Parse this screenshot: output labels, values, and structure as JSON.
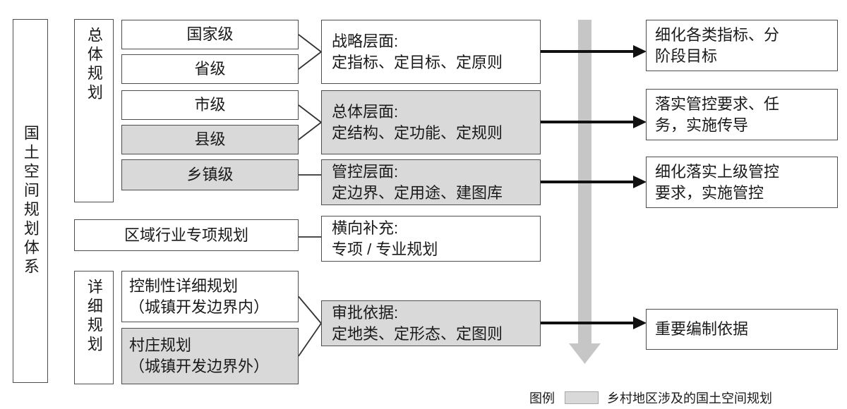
{
  "diagram_title": "国土空间规划体系",
  "colors": {
    "box_border": "#4d4d4d",
    "gray_fill": "#d9d9d9",
    "white_fill": "#ffffff",
    "text": "#1a1a1a",
    "black_arrow": "#111111",
    "big_arrow": "#c6c6c6"
  },
  "root": {
    "label": "国土空间规划体系"
  },
  "groups": {
    "overall": {
      "label": "总体规划"
    },
    "detailed": {
      "label": "详细规划"
    }
  },
  "levels": [
    {
      "label": "国家级",
      "rural": false
    },
    {
      "label": "省级",
      "rural": false
    },
    {
      "label": "市级",
      "rural": false
    },
    {
      "label": "县级",
      "rural": true
    },
    {
      "label": "乡镇级",
      "rural": true
    }
  ],
  "regional": {
    "label": "区域行业专项规划"
  },
  "detailed_plans": [
    {
      "label": "控制性详细规划\n（城镇开发边界内）",
      "rural": false
    },
    {
      "label": "村庄规划\n（城镇开发边界外）",
      "rural": true
    }
  ],
  "layers": [
    {
      "title": "战略层面:",
      "desc": "定指标、定目标、定原则",
      "rural": false
    },
    {
      "title": "总体层面:",
      "desc": "定结构、定功能、定规则",
      "rural": true
    },
    {
      "title": "管控层面:",
      "desc": "定边界、定用途、建图库",
      "rural": true
    },
    {
      "title": "横向补充:",
      "desc": "专项 / 专业规划",
      "rural": false
    },
    {
      "title": "审批依据:",
      "desc": "定地类、定形态、定图则",
      "rural": true
    }
  ],
  "outcomes": [
    {
      "text": "细化各类指标、分\n阶段目标"
    },
    {
      "text": "落实管控要求、任\n务，实施传导"
    },
    {
      "text": "细化落实上级管控\n要求，实施管控"
    },
    {
      "text": "重要编制依据"
    }
  ],
  "legend": {
    "label": "图例",
    "text": "乡村地区涉及的国土空间规划"
  }
}
